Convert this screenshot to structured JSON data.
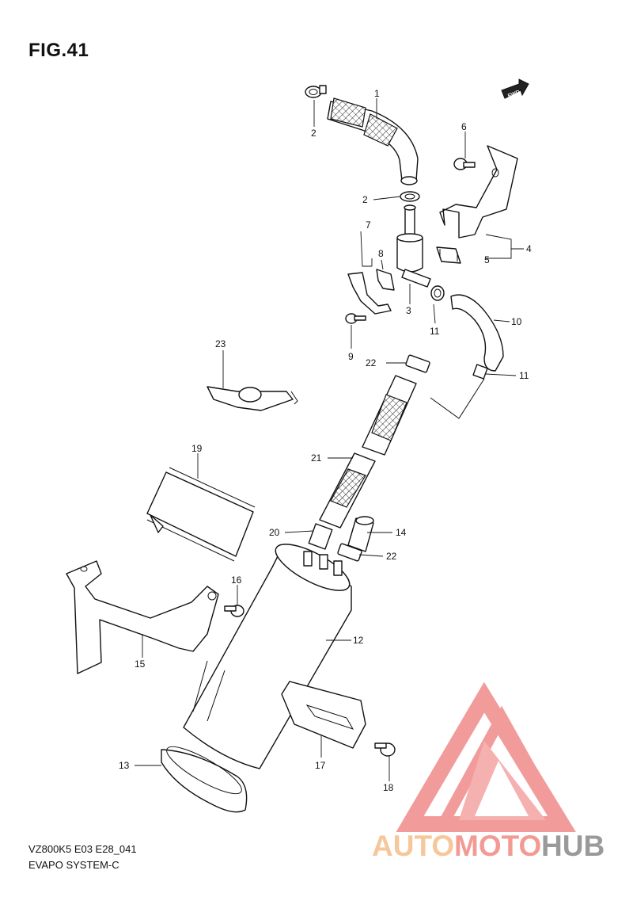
{
  "figure": {
    "title": "FIG.41",
    "model_code": "VZ800K5 E03 E28_041",
    "system_name": "EVAPO SYSTEM-C"
  },
  "fwd_badge": "FWD",
  "callouts": {
    "hose_upper": "1",
    "clamp_top": "2",
    "clamp_mid": "2",
    "valve": "3",
    "bracket_bracket": "4",
    "clip_5": "5",
    "bolt_6": "6",
    "holder_7": "7",
    "holder_8": "8",
    "screw_9": "9",
    "hose_10": "10",
    "clamp_11a": "11",
    "clamp_11b": "11",
    "canister": "12",
    "cap_13": "13",
    "cap_14": "14",
    "bracket_15": "15",
    "bolt_16": "16",
    "cushion_17": "17",
    "screw_18": "18",
    "band_19": "19",
    "clamp_20": "20",
    "hose_21": "21",
    "clamp_22a": "22",
    "clamp_22b": "22",
    "clip_23": "23"
  },
  "watermark": {
    "word_a": "AUTO",
    "word_b": "MOTO",
    "word_c": "HUB",
    "color_a": "#f6c79a",
    "color_b": "#f39a94",
    "color_c": "#9a9a9a",
    "logo_color": "#f08a8a"
  }
}
